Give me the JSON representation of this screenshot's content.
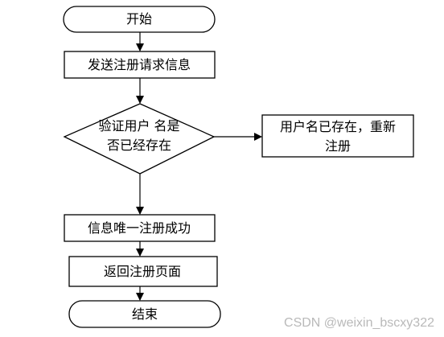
{
  "diagram": {
    "nodes": {
      "start": {
        "text": "开始"
      },
      "send_request": {
        "text": "发送注册请求信息"
      },
      "check_username": {
        "line1": "验证用户 名是",
        "line2": "否已经存在"
      },
      "exists_reregister": {
        "line1": "用户名已存在，重新",
        "line2": "注册"
      },
      "register_success": {
        "text": "信息唯一注册成功"
      },
      "return_page": {
        "text": "返回注册页面"
      },
      "end": {
        "text": "结束"
      }
    }
  },
  "watermark": {
    "text": "CSDN @weixin_bscxy322"
  }
}
